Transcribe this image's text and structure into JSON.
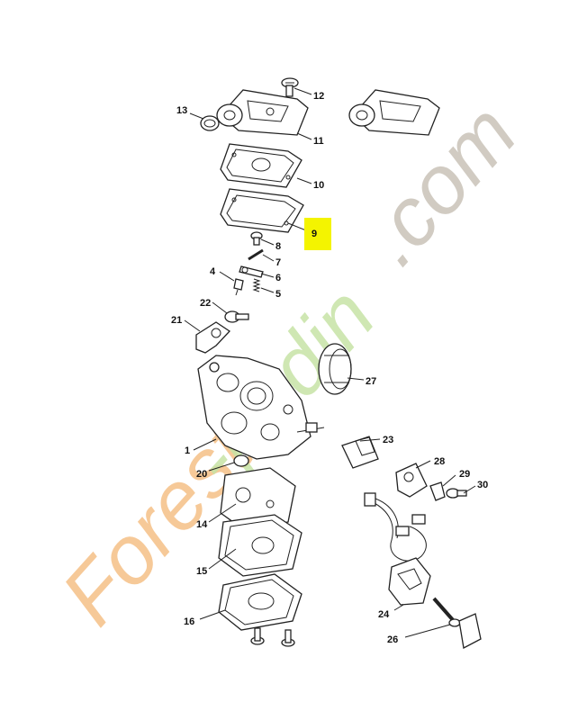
{
  "watermark": {
    "text_orange": "Forest",
    "text_green": "-jardin",
    "text_gray": ".com",
    "color_orange": "#f5c087",
    "color_green": "#c7e3a6",
    "color_gray": "#c9c3b8"
  },
  "highlight_color": "#f4f400",
  "labels": [
    "12",
    "13",
    "11",
    "10",
    "9",
    "8",
    "7",
    "6",
    "4",
    "5",
    "22",
    "21",
    "27",
    "1",
    "23",
    "20",
    "28",
    "29",
    "30",
    "14",
    "15",
    "24",
    "16",
    "26"
  ]
}
